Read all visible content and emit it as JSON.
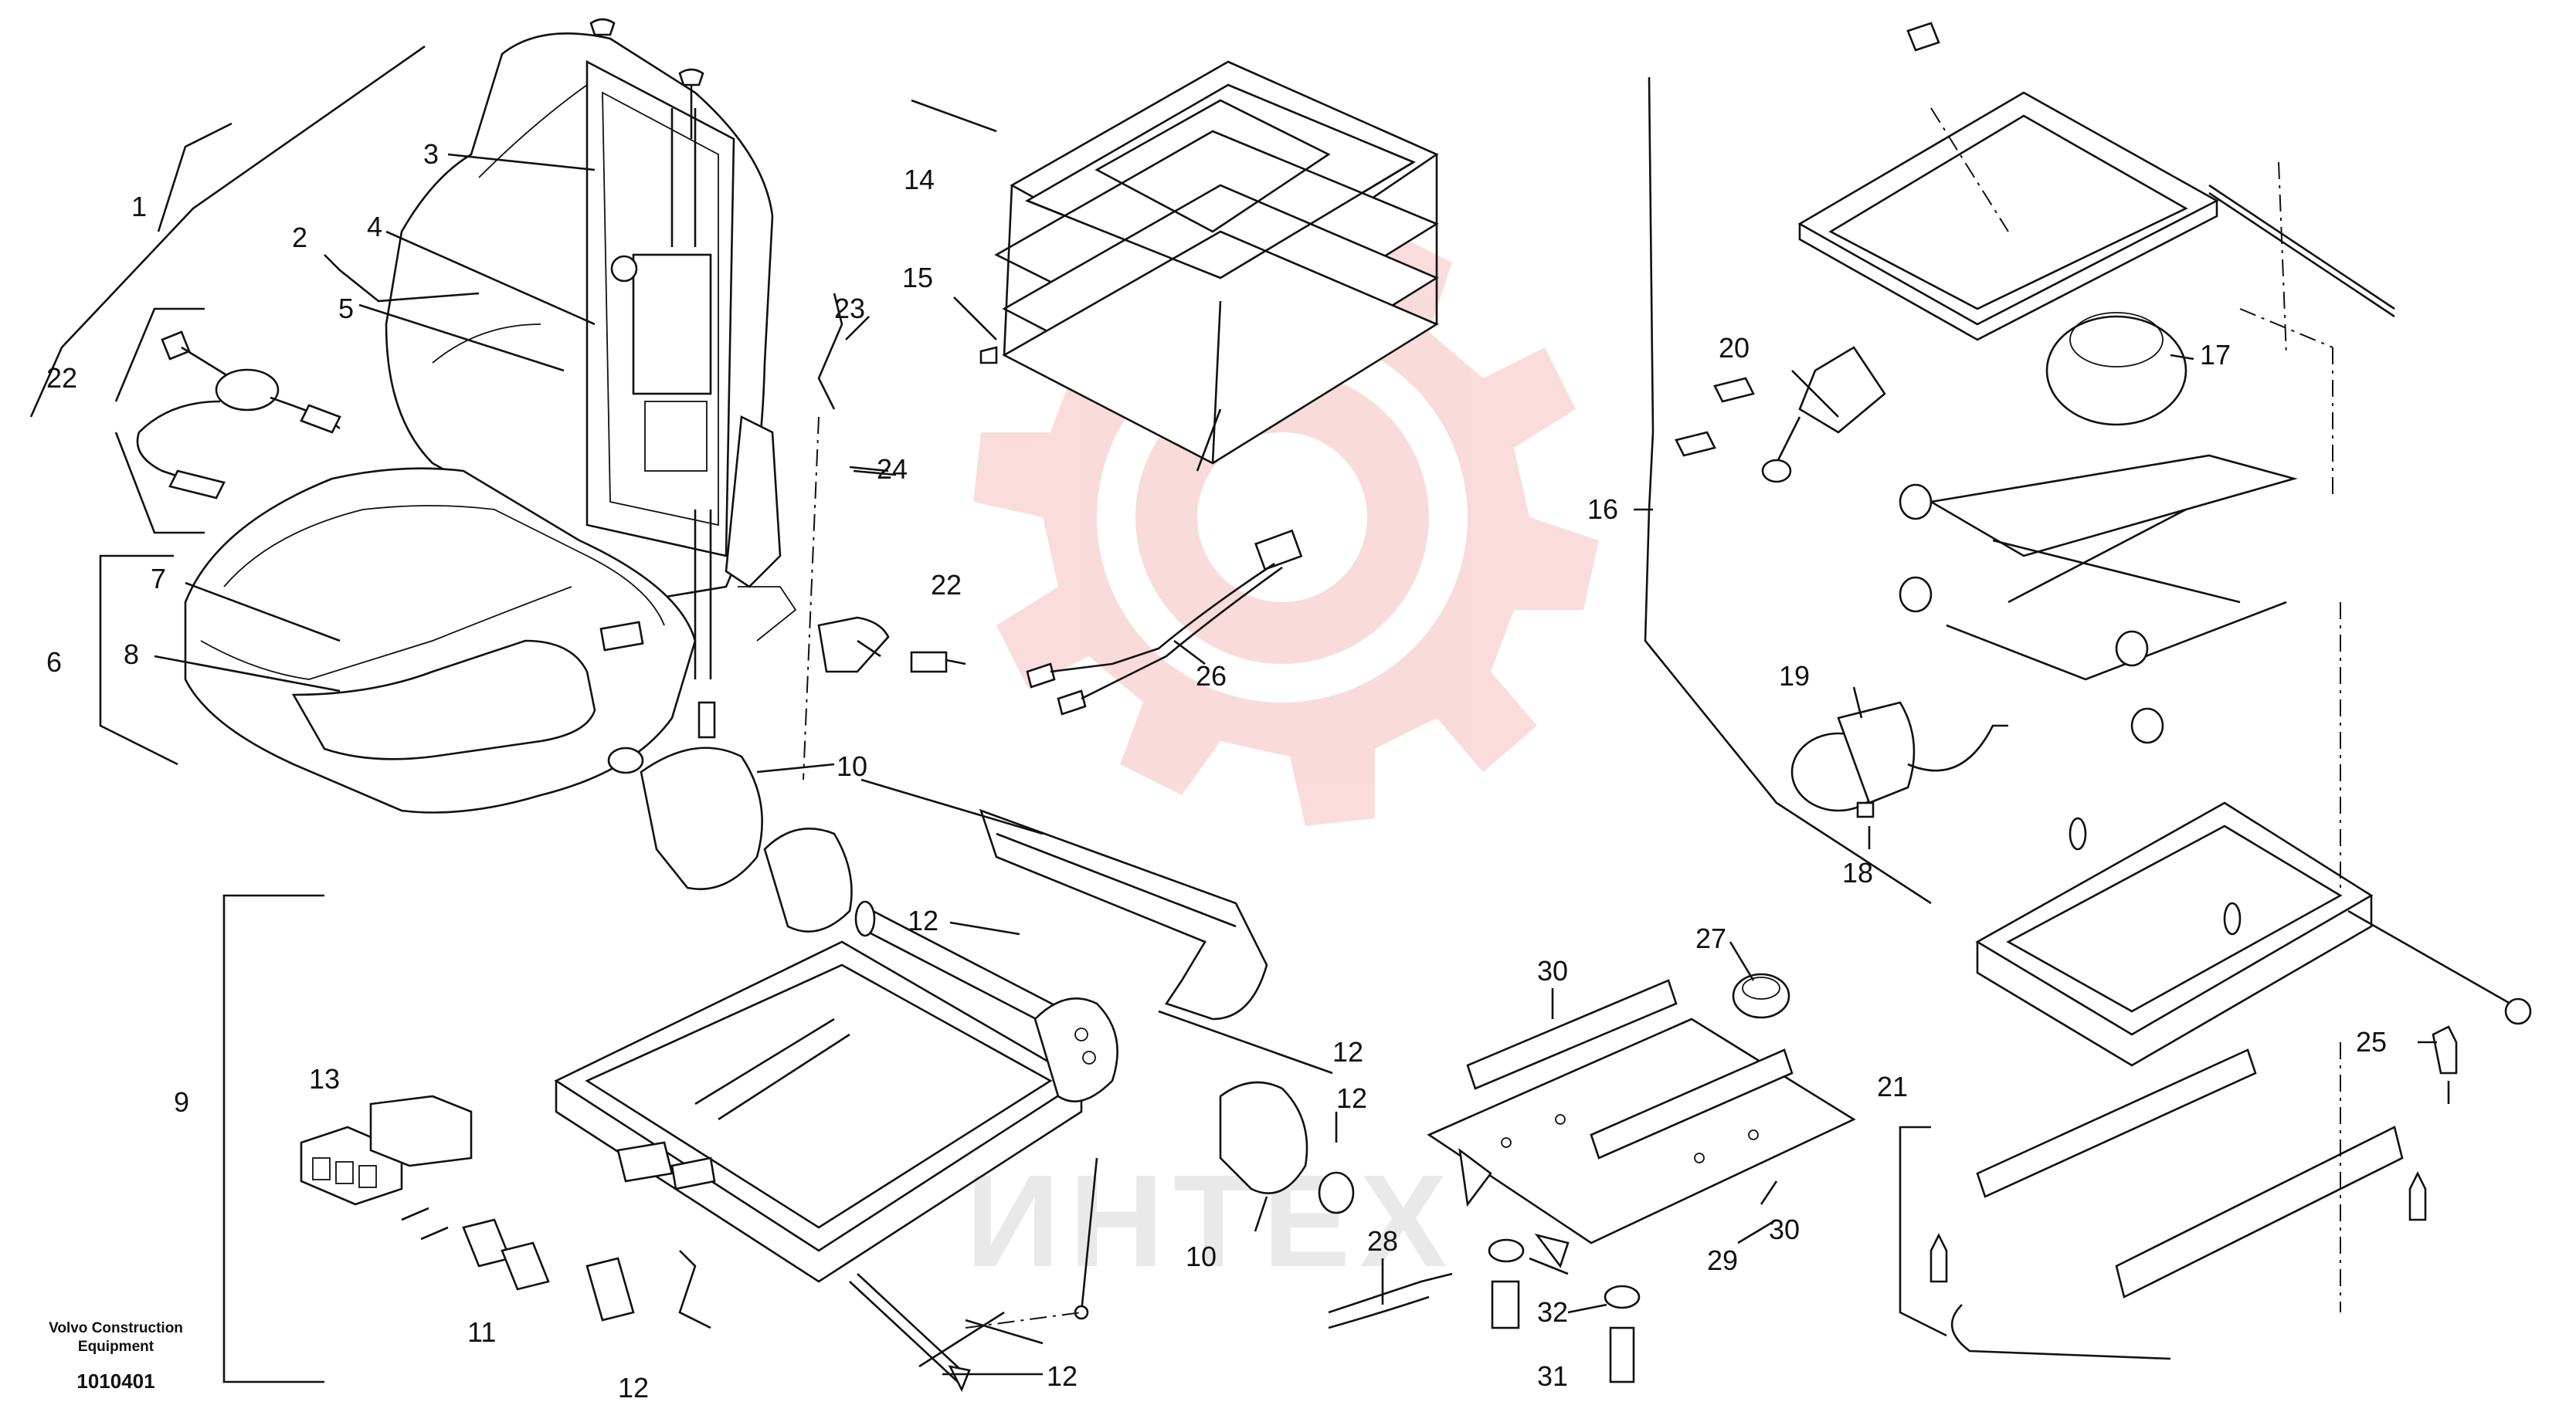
{
  "diagram": {
    "catalog_number": "1010401",
    "manufacturer": {
      "line1": "Volvo Construction",
      "line2": "Equipment"
    },
    "watermark": {
      "text": "ИНТЕХ",
      "color": "#f2b3b3"
    },
    "callouts": [
      {
        "id": "c1",
        "text": "1"
      },
      {
        "id": "c2",
        "text": "2"
      },
      {
        "id": "c3",
        "text": "3"
      },
      {
        "id": "c4",
        "text": "4"
      },
      {
        "id": "c5",
        "text": "5"
      },
      {
        "id": "c6",
        "text": "6"
      },
      {
        "id": "c7",
        "text": "7"
      },
      {
        "id": "c8",
        "text": "8"
      },
      {
        "id": "c9",
        "text": "9"
      },
      {
        "id": "c10a",
        "text": "10"
      },
      {
        "id": "c10b",
        "text": "10"
      },
      {
        "id": "c11",
        "text": "11"
      },
      {
        "id": "c12a",
        "text": "12"
      },
      {
        "id": "c12b",
        "text": "12"
      },
      {
        "id": "c12c",
        "text": "12"
      },
      {
        "id": "c12d",
        "text": "12"
      },
      {
        "id": "c12e",
        "text": "12"
      },
      {
        "id": "c13",
        "text": "13"
      },
      {
        "id": "c14",
        "text": "14"
      },
      {
        "id": "c15",
        "text": "15"
      },
      {
        "id": "c16",
        "text": "16"
      },
      {
        "id": "c17",
        "text": "17"
      },
      {
        "id": "c18",
        "text": "18"
      },
      {
        "id": "c19",
        "text": "19"
      },
      {
        "id": "c20",
        "text": "20"
      },
      {
        "id": "c21",
        "text": "21"
      },
      {
        "id": "c22a",
        "text": "22"
      },
      {
        "id": "c22b",
        "text": "22"
      },
      {
        "id": "c23",
        "text": "23"
      },
      {
        "id": "c24",
        "text": "24"
      },
      {
        "id": "c25",
        "text": "25"
      },
      {
        "id": "c26",
        "text": "26"
      },
      {
        "id": "c27",
        "text": "27"
      },
      {
        "id": "c28",
        "text": "28"
      },
      {
        "id": "c29",
        "text": "29"
      },
      {
        "id": "c30a",
        "text": "30"
      },
      {
        "id": "c30b",
        "text": "30"
      },
      {
        "id": "c31",
        "text": "31"
      },
      {
        "id": "c32",
        "text": "32"
      }
    ]
  }
}
